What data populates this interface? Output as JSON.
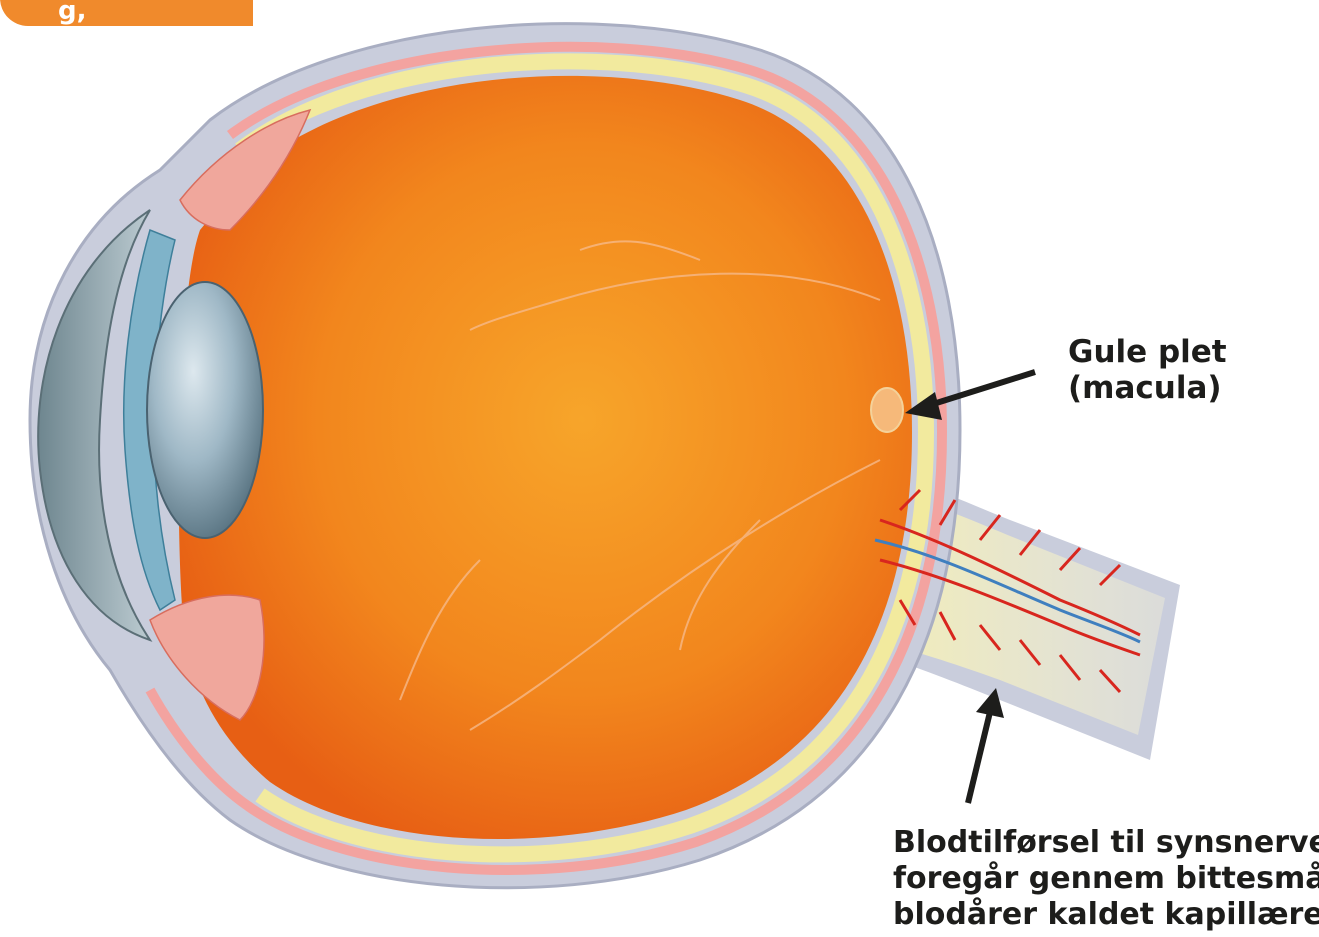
{
  "header_tab": {
    "text": "g,"
  },
  "labels": {
    "macula": {
      "line1": "Gule plet",
      "line2": "(macula)"
    },
    "blood_supply": {
      "line1": "Blodtilførsel til synsnerven",
      "line2": "foregår gennem bittesmå",
      "line3": "blodårer kaldet kapillærer"
    }
  },
  "colors": {
    "tab": "#f08a2c",
    "retina_interior": "#f28a1e",
    "sclera": "#c9cddc",
    "retina_layer": "#f2ea9e",
    "choroid": "#f3a3a0",
    "lens": "#9fb8c6",
    "cornea": "#8da4ac",
    "vessel": "#d8261e",
    "label_text": "#1d1d1b"
  }
}
